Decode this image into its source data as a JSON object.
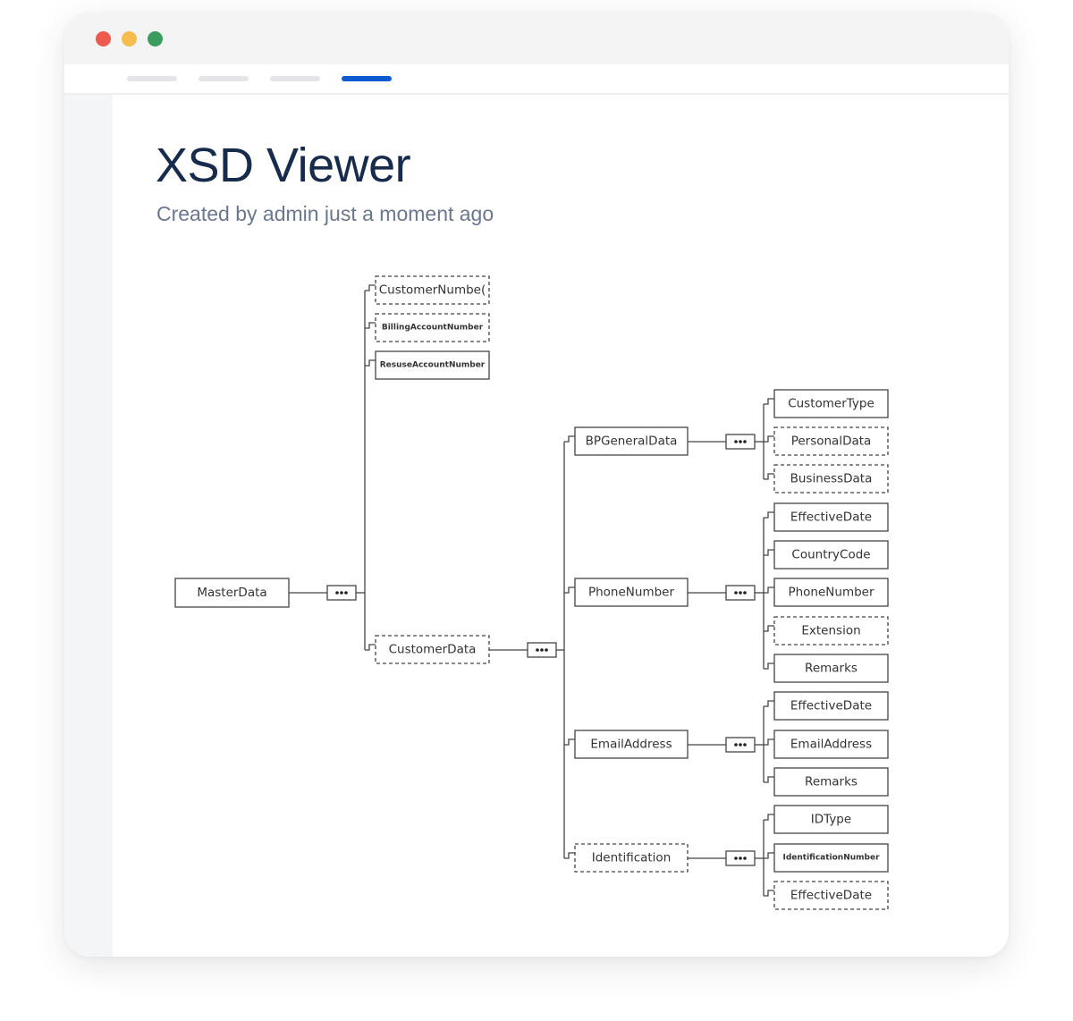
{
  "window": {
    "controls": [
      "close",
      "minimize",
      "maximize"
    ],
    "active_tab_color": "#0b5ad1"
  },
  "tabs": [
    "",
    "",
    "",
    ""
  ],
  "page": {
    "title": "XSD Viewer",
    "byline": "Created by admin just a moment ago"
  },
  "diagram": {
    "root": "MasterData",
    "level1": [
      {
        "id": "customer_number",
        "label": "CustomerNumbe(",
        "optional": true
      },
      {
        "id": "billing_account_number",
        "label": "BillingAccountNumber",
        "optional": true
      },
      {
        "id": "resuse_account_number",
        "label": "ResuseAccountNumber",
        "optional": false
      },
      {
        "id": "customer_data",
        "label": "CustomerData",
        "optional": true
      }
    ],
    "level2": [
      {
        "id": "bp_general_data",
        "label": "BPGeneralData",
        "optional": false,
        "children": [
          {
            "label": "CustomerType",
            "optional": false
          },
          {
            "label": "PersonalData",
            "optional": true
          },
          {
            "label": "BusinessData",
            "optional": true
          }
        ]
      },
      {
        "id": "phone_number",
        "label": "PhoneNumber",
        "optional": false,
        "children": [
          {
            "label": "EffectiveDate",
            "optional": false
          },
          {
            "label": "CountryCode",
            "optional": false
          },
          {
            "label": "PhoneNumber",
            "optional": false
          },
          {
            "label": "Extension",
            "optional": true
          },
          {
            "label": "Remarks",
            "optional": false
          }
        ]
      },
      {
        "id": "email_address",
        "label": "EmailAddress",
        "optional": false,
        "children": [
          {
            "label": "EffectiveDate",
            "optional": false
          },
          {
            "label": "EmailAddress",
            "optional": false
          },
          {
            "label": "Remarks",
            "optional": false
          }
        ]
      },
      {
        "id": "identification",
        "label": "Identification",
        "optional": true,
        "children": [
          {
            "label": "IDType",
            "optional": false
          },
          {
            "label": "IdentificationNumber",
            "optional": false
          },
          {
            "label": "EffectiveDate",
            "optional": true
          }
        ]
      }
    ]
  }
}
